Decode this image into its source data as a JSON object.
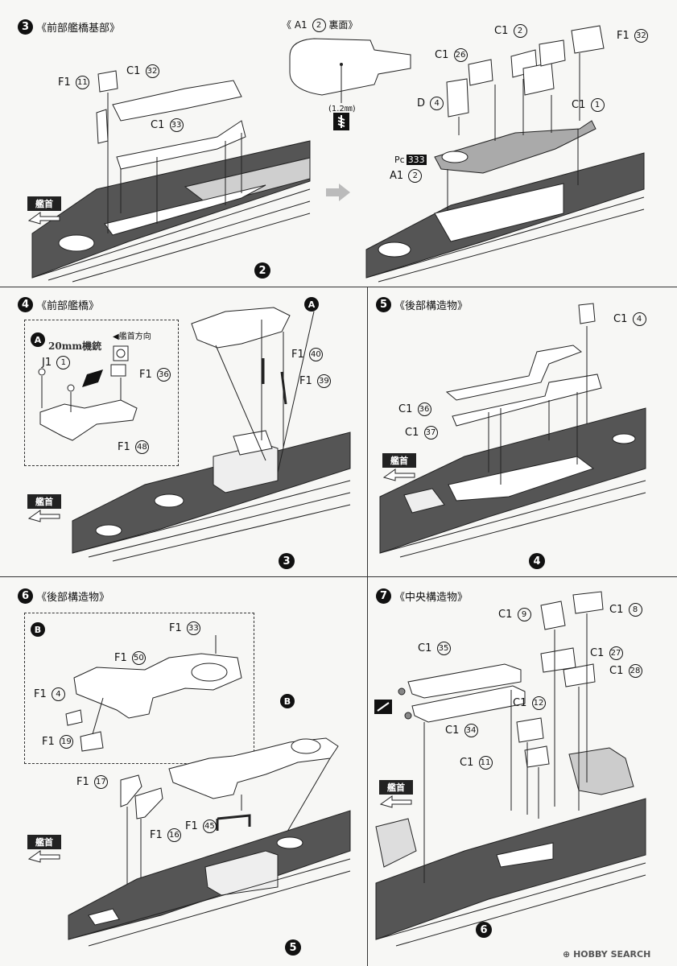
{
  "steps": [
    {
      "num": "3",
      "title": "《前部艦橋基部》"
    },
    {
      "num": "4",
      "title": "《前部艦橋》"
    },
    {
      "num": "5",
      "title": "《後部構造物》"
    },
    {
      "num": "6",
      "title": "《後部構造物》"
    },
    {
      "num": "7",
      "title": "《中央構造物》"
    }
  ],
  "common": {
    "bow_label": "艦首"
  },
  "s3": {
    "f1": "F1",
    "f1n": "11",
    "c1a": "C1",
    "c1an": "32",
    "c1b": "C1",
    "c1bn": "33",
    "a1back": "《 A1",
    "a1backn": "2",
    "a1back_suffix": "裏面》",
    "drill": "(1.2㎜)",
    "c12": "C1",
    "c12n": "2",
    "f132": "F1",
    "f132n": "32",
    "c126": "C1",
    "c126n": "26",
    "d4": "D",
    "d4n": "4",
    "c11": "C1",
    "c11n": "1",
    "pc": "Pc",
    "pcn": "333",
    "a12": "A1",
    "a12n": "2",
    "ref": "2"
  },
  "s4": {
    "sub": "A",
    "gun": "20mm機銃",
    "dir": "艦首方向",
    "j1": "J1",
    "j1n": "1",
    "f136": "F1",
    "f136n": "36",
    "f148": "F1",
    "f148n": "48",
    "f140": "F1",
    "f140n": "40",
    "f139": "F1",
    "f139n": "39",
    "ref": "3"
  },
  "s5": {
    "c14": "C1",
    "c14n": "4",
    "c136": "C1",
    "c136n": "36",
    "c137": "C1",
    "c137n": "37",
    "ref": "4"
  },
  "s6": {
    "sub": "B",
    "f133": "F1",
    "f133n": "33",
    "f150": "F1",
    "f150n": "50",
    "f14": "F1",
    "f14n": "4",
    "f119": "F1",
    "f119n": "19",
    "f117": "F1",
    "f117n": "17",
    "f116": "F1",
    "f116n": "16",
    "f145": "F1",
    "f145n": "45",
    "ref": "5"
  },
  "s7": {
    "c19": "C1",
    "c19n": "9",
    "c18": "C1",
    "c18n": "8",
    "c135": "C1",
    "c135n": "35",
    "c127": "C1",
    "c127n": "27",
    "c128": "C1",
    "c128n": "28",
    "c112": "C1",
    "c112n": "12",
    "c134": "C1",
    "c134n": "34",
    "c111": "C1",
    "c111n": "11",
    "ref": "6"
  },
  "watermark": "HOBBY SEARCH"
}
